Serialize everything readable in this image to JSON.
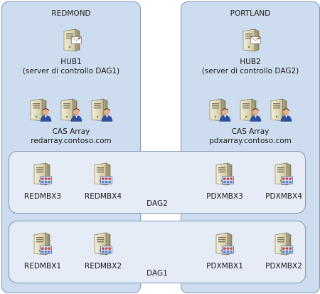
{
  "sites": [
    {
      "name": "REDMOND",
      "hub_name": "HUB1",
      "hub_role": "(server di controllo DAG1)",
      "cas_title": "CAS Array",
      "cas_fqdn": "redarray.contoso.com"
    },
    {
      "name": "PORTLAND",
      "hub_name": "HUB2",
      "hub_role": "(server di controllo DAG2)",
      "cas_title": "CAS Array",
      "cas_fqdn": "pdxarray.contoso.com"
    }
  ],
  "dags": [
    {
      "name": "DAG2",
      "servers": [
        "REDMBX3",
        "REDMBX4",
        "PDXMBX3",
        "PDXMBX4"
      ]
    },
    {
      "name": "DAG1",
      "servers": [
        "REDMBX1",
        "REDMBX2",
        "PDXMBX1",
        "PDXMBX2"
      ]
    }
  ],
  "icons": {
    "hub": "hub-transport-server-icon",
    "cas": "client-access-server-icon",
    "mbx": "mailbox-server-icon"
  },
  "colors": {
    "site_fill": "#cddcee",
    "dag_fill": "#e5ecf6",
    "border": "#7e97b3"
  }
}
